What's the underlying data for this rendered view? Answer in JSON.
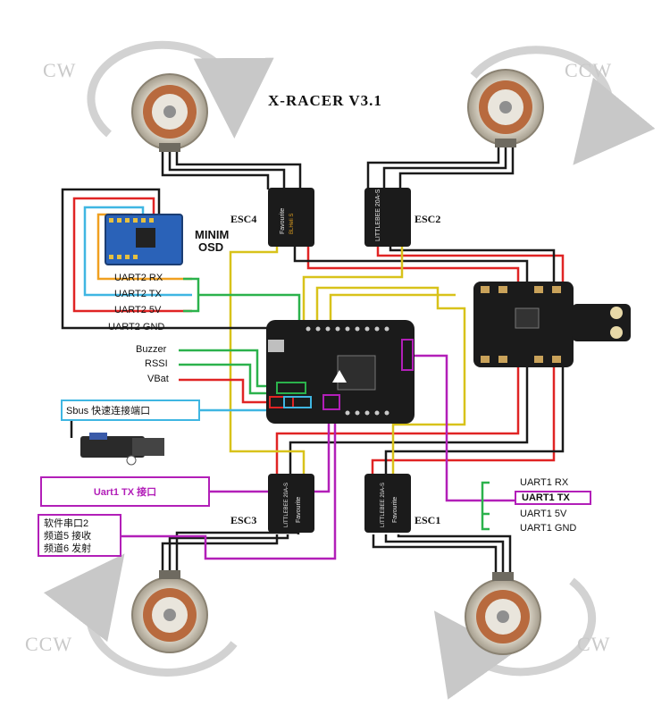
{
  "title": "X-RACER V3.1",
  "rotation": {
    "top_left": "CW",
    "top_right": "CCW",
    "bottom_left": "CCW",
    "bottom_right": "CW"
  },
  "esc": {
    "esc4": "ESC4",
    "esc2": "ESC2",
    "esc3": "ESC3",
    "esc1": "ESC1",
    "brand": "Favourite",
    "model": "LITTLEBEE 20A-S",
    "series": "BLHeli S"
  },
  "osd": {
    "line1": "MINIM",
    "line2": "OSD"
  },
  "uart2": {
    "rx": "UART2 RX",
    "tx": "UART2 TX",
    "v5": "UART2 5V",
    "gnd": "UART2 GND"
  },
  "fc_left": {
    "buzzer": "Buzzer",
    "rssi": "RSSI",
    "vbat": "VBat"
  },
  "sbus_box": "Sbus 快速连接端口",
  "uart1tx_box": "Uart1 TX 接口",
  "soft_serial": {
    "line1": "软件串口2",
    "line2": "频道5 接收",
    "line3": "频道6 发射"
  },
  "uart1": {
    "rx": "UART1 RX",
    "tx": "UART1 TX",
    "v5": "UART1 5V",
    "gnd": "UART1 GND"
  },
  "colors": {
    "red": "#e02424",
    "black": "#1a1a1a",
    "yellow": "#d8c21a",
    "green": "#2bb24c",
    "cyan": "#3fb6e2",
    "purple": "#b21fb8",
    "orange": "#f0a020",
    "board": "#1b1b1b"
  }
}
